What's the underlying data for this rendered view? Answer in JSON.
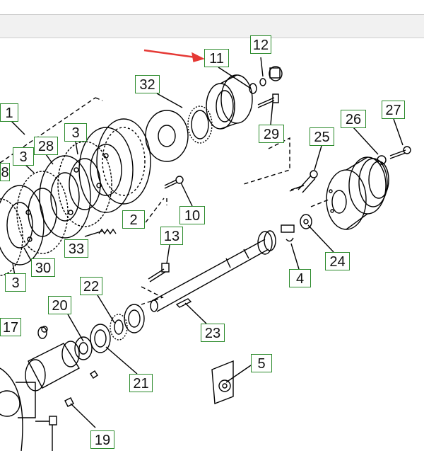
{
  "labels": [
    "11",
    "12",
    "32",
    "29",
    "1",
    "3",
    "28",
    "3",
    "26",
    "27",
    "25",
    "8",
    "2",
    "10",
    "13",
    "33",
    "30",
    "24",
    "4",
    "3",
    "22",
    "20",
    "23",
    "17",
    "5",
    "21",
    "19"
  ],
  "colors": {
    "label_border": "#2b8a2b",
    "arrow": "#e53935",
    "toolbar": "#f1f1f1"
  }
}
